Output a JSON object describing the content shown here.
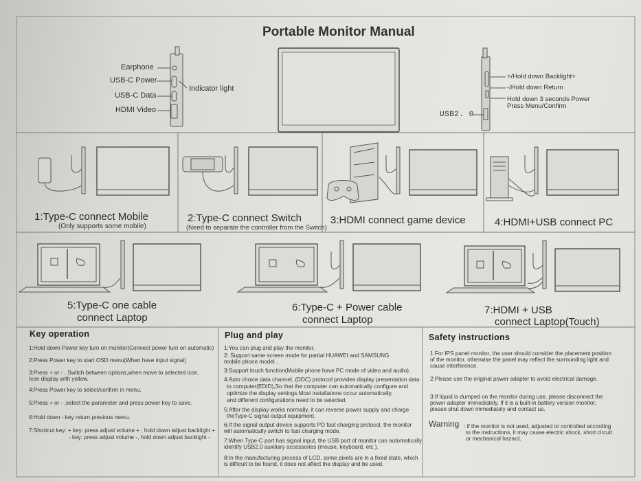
{
  "title": "Portable Monitor Manual",
  "device_left": {
    "ports": [
      "Earphone",
      "USB-C Power",
      "USB-C Data",
      "HDMI Video"
    ],
    "indicator": "Indicator light"
  },
  "device_right": {
    "controls": [
      "+/Hold down Backlight+",
      "-/Hold down Return",
      "Hold down 3 seconds Power",
      "Press Menu/Confirm"
    ],
    "usb": "USB2. 0"
  },
  "connections_row1": [
    {
      "caption": "1:Type-C  connect  Mobile",
      "sub": "(Only supports some mobile)"
    },
    {
      "caption": "2:Type-C  connect  Switch",
      "sub": "(Need to separate the controller from the Switch)"
    },
    {
      "caption": "3:HDMI  connect game device",
      "sub": ""
    },
    {
      "caption": "4:HDMI+USB connect PC",
      "sub": ""
    }
  ],
  "connections_row2": [
    {
      "line1": "5:Type-C one cable",
      "line2": "connect Laptop"
    },
    {
      "line1": "6:Type-C + Power cable",
      "line2": "connect Laptop"
    },
    {
      "line1": "7:HDMI + USB",
      "line2": "connect Laptop(Touch)"
    }
  ],
  "key_operation": {
    "heading": "Key operation",
    "items": [
      "1:Hold down Power key turn on monitor(Connect power turn on automatic)",
      "2:Press Power key to start  OSD menu(When have input signal)",
      "3:Press + or  - , Switch between options,when move to selected icon,",
      "   Icon  display with yellow.",
      "4:Press Power key to select/confirm in menu.",
      "5:Press + or - ,select the parameter and press power key to save.",
      "6:Hold down - key return previous menu.",
      "7:Shortcut key:  + key: press adjust volume + , hold down adjust backlight +",
      "- key: press adjust volume -,  hold down adjust backlight -"
    ]
  },
  "plug_and_play": {
    "heading": "Plug and play",
    "items": [
      "1:You can  plug and play the monitor.",
      "2: Support same screen mode for partial HUAWEI and SAMSUNG",
      "    mobile phone model .",
      "3:Support touch function(Mobile phone have PC mode of video and audio).",
      "4:Auto choice data channel, (DDC) protocol provides display presentation data",
      "to computer(EDID),So that the computer can automatically configure and",
      "optimize the display settings.Most installations occur automatically,",
      "and different configurations need to be selected.",
      "5:After the display works normally, it can reverse power supply and charge",
      "theType-C signal output equipment.",
      "6:If the signal output device supports PD fast charging protocol, the monitor",
      "   will automatically switch to fast charging mode.",
      "7:When Type-C port has signal input, the USB port of monitor can automatically",
      "   identify USB2.0 auxiliary accessories (mouse, keyboard, etc.).",
      "8:In the manufacturing process of LCD, some pixels are in a fixed state, which",
      "   is difficult to be found, it  does not affect the display and be used."
    ]
  },
  "safety": {
    "heading": "Safety instructions",
    "items": [
      "1:For IPS panel monitor, the user should consider the placement position",
      "   of the monitor, otherwise the panel may reflect the surrounding light and",
      "   cause interference.",
      "2:Please use the original power adapter to avoid electrical damage.",
      "3:If liquid is dumped on the monitor during use, please disconnect the",
      "   power adapter immediately. If it is a built-in battery version monitor,",
      "   please shut down immediately and contact us."
    ],
    "warning_label": "Warning",
    "warning_lines": [
      ": if the monitor is not used, adjusted or controlled according",
      "to  the instructions, it may cause electric shock, short circuit",
      "or  mechanical hazard."
    ]
  }
}
